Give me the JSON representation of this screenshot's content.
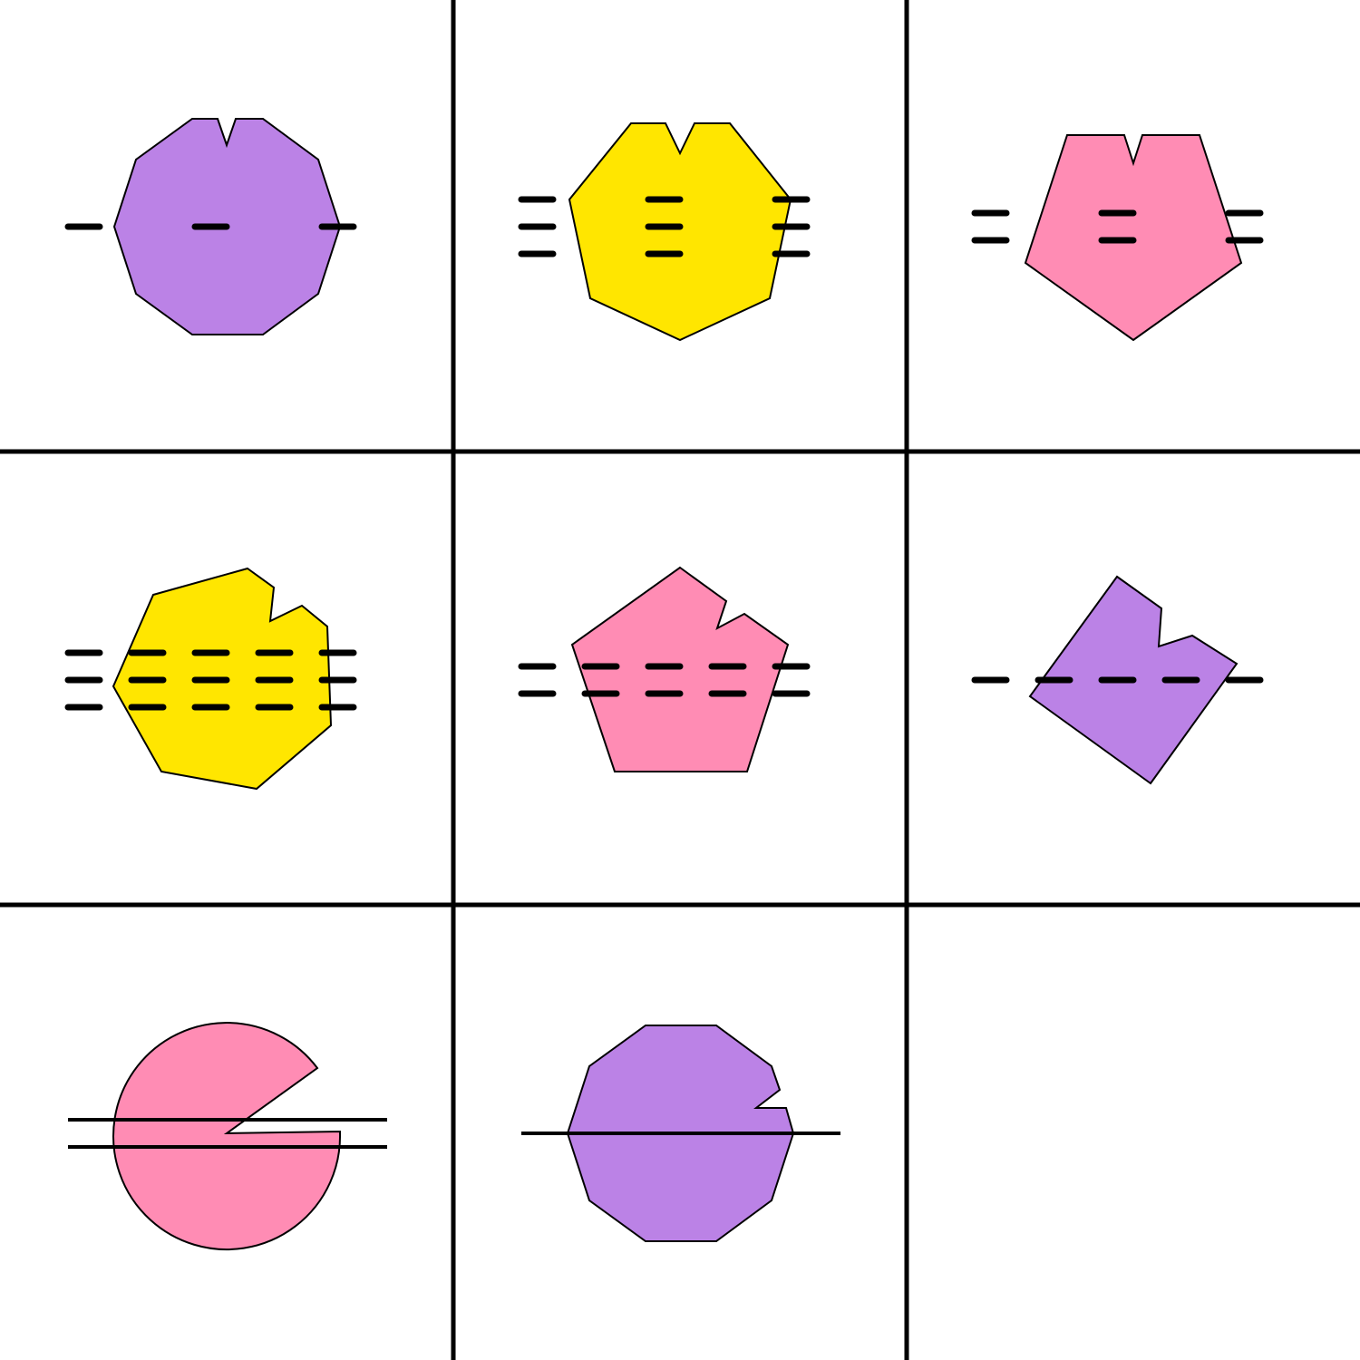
{
  "puzzle": {
    "grid": {
      "rows": 3,
      "cols": 3,
      "line_color": "#000000",
      "background": "#ffffff"
    },
    "colors": {
      "purple": "#bb82e6",
      "yellow": "#ffe600",
      "pink": "#ff8cb4",
      "stroke": "#000000"
    },
    "cells": [
      {
        "row": 0,
        "col": 0,
        "shape": "decagon-with-notch",
        "color": "purple",
        "lines": 1,
        "line_style": "dashed"
      },
      {
        "row": 0,
        "col": 1,
        "shape": "heptagon-with-notch",
        "color": "yellow",
        "lines": 3,
        "line_style": "dashed"
      },
      {
        "row": 0,
        "col": 2,
        "shape": "pentagon-with-notch",
        "color": "pink",
        "lines": 2,
        "line_style": "dashed"
      },
      {
        "row": 1,
        "col": 0,
        "shape": "heptagon-with-notch",
        "color": "yellow",
        "lines": 3,
        "line_style": "dashed"
      },
      {
        "row": 1,
        "col": 1,
        "shape": "pentagon-with-notch",
        "color": "pink",
        "lines": 2,
        "line_style": "dashed"
      },
      {
        "row": 1,
        "col": 2,
        "shape": "square-with-notch",
        "color": "purple",
        "lines": 1,
        "line_style": "dashed"
      },
      {
        "row": 2,
        "col": 0,
        "shape": "circle-with-notch",
        "color": "pink",
        "lines": 2,
        "line_style": "solid"
      },
      {
        "row": 2,
        "col": 1,
        "shape": "decagon-with-notch",
        "color": "purple",
        "lines": 1,
        "line_style": "solid"
      },
      {
        "row": 2,
        "col": 2,
        "shape": "empty",
        "color": "",
        "lines": 0,
        "line_style": ""
      }
    ]
  }
}
